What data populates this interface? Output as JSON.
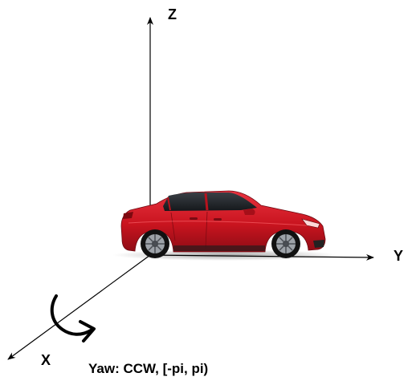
{
  "axes": {
    "z_label": "Z",
    "y_label": "Y",
    "x_label": "X"
  },
  "caption": "Yaw: CCW, [-pi, pi)",
  "car": {
    "icon": "car-side-view",
    "body_color": "#d61f2c"
  }
}
